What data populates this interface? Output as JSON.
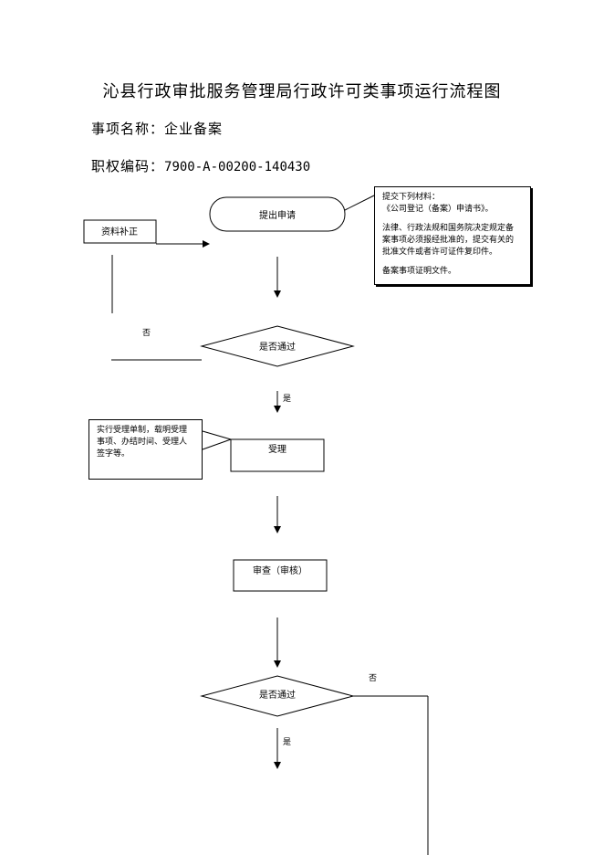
{
  "title": "沁县行政审批服务管理局行政许可类事项运行流程图",
  "item_name": {
    "label": "事项名称：",
    "value": "企业备案"
  },
  "permission_code": {
    "label": "职权编码：",
    "value": "7900-A-00200-140430"
  },
  "flow": {
    "supplement": "资料补正",
    "apply": "提出申请",
    "check1": "是否通过",
    "no1": "否",
    "yes1": "是",
    "accept": "受理",
    "review": "审查（审核）",
    "check2": "是否通过",
    "no2": "否",
    "yes2": "是"
  },
  "notes": {
    "materials": {
      "line1": "提交下列材料：",
      "line2": "《公司登记（备案）申请书》。",
      "para2_l1": "法律、行政法规和国务院决定规定备",
      "para2_l2": "案事项必须报经批准的，提交有关的",
      "para2_l3": "批准文件或者许可证件复印件。",
      "para3": "备案事项证明文件。"
    },
    "accept": {
      "l1": "实行受理单制，载明受理",
      "l2": "事项、办结时间、受理人",
      "l3": "签字等。"
    }
  }
}
